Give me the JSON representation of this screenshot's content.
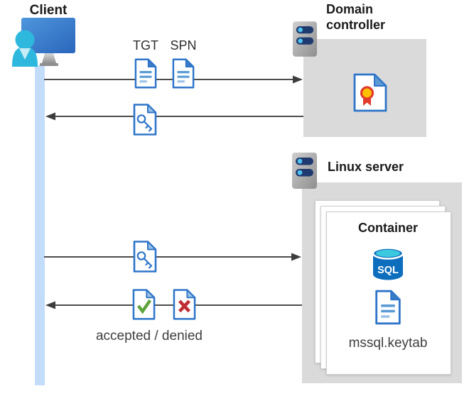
{
  "client": {
    "label": "Client"
  },
  "messages": {
    "tgt_label": "TGT",
    "spn_label": "SPN",
    "result_label": "accepted / denied"
  },
  "domain_controller": {
    "label": "Domain controller"
  },
  "linux_server": {
    "label": "Linux server"
  },
  "container": {
    "label": "Container",
    "sql_icon_text": "SQL",
    "keytab_label": "mssql.keytab"
  },
  "icons": {
    "client": "person-at-monitor-icon",
    "server": "server-rack-icon",
    "certificate": "certificate-document-icon",
    "ticket_document": "text-document-icon",
    "key_ticket": "key-document-icon",
    "accepted": "check-document-icon",
    "denied": "x-document-icon",
    "sql": "sql-database-icon"
  },
  "colors": {
    "doc_border_blue": "#2e75c9",
    "fold_blue": "#3b7dc4",
    "fold_light_blue": "#9cc3e6",
    "doc_line_blue": "#5b9bd5",
    "doc_line_light": "#9dc3e6",
    "accepted_green": "#5fa33c",
    "denied_red": "#be2e34",
    "lifeline_blue": "#c2dcf9",
    "box_gray": "#dadada",
    "arrow_gray": "#4d4d4d",
    "sql_body_blue": "#0d6ebd",
    "sql_top_cyan": "#3cc9e0",
    "cert_ribbon_red": "#e23b2e",
    "cert_seal_yellow": "#ffc000",
    "monitor_blue": "#3a7fd0",
    "person_cyan": "#2eb8dd",
    "server_pill_navy": "#1f3a6e",
    "server_dot_cyan": "#4fc3f0"
  }
}
